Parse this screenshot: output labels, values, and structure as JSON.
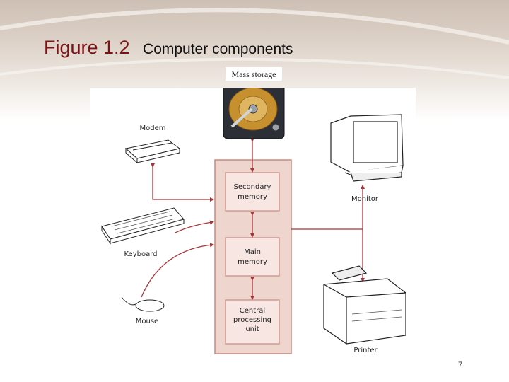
{
  "title": {
    "figure": "Figure 1.2",
    "subtitle": "Computer components"
  },
  "diagram": {
    "mass_storage": "Mass storage",
    "modem": "Modem",
    "keyboard": "Keyboard",
    "mouse": "Mouse",
    "monitor": "Monitor",
    "printer": "Printer",
    "secondary_memory": [
      "Secondary",
      "memory"
    ],
    "main_memory": [
      "Main",
      "memory"
    ],
    "cpu": [
      "Central",
      "processing",
      "unit"
    ]
  },
  "colors": {
    "title_accent": "#7a1416",
    "connector": "#a9353a",
    "panel_fill": "#eed6cf",
    "panel_border": "#c98880",
    "box_fill": "#f7e6e1"
  },
  "page_number": "7"
}
